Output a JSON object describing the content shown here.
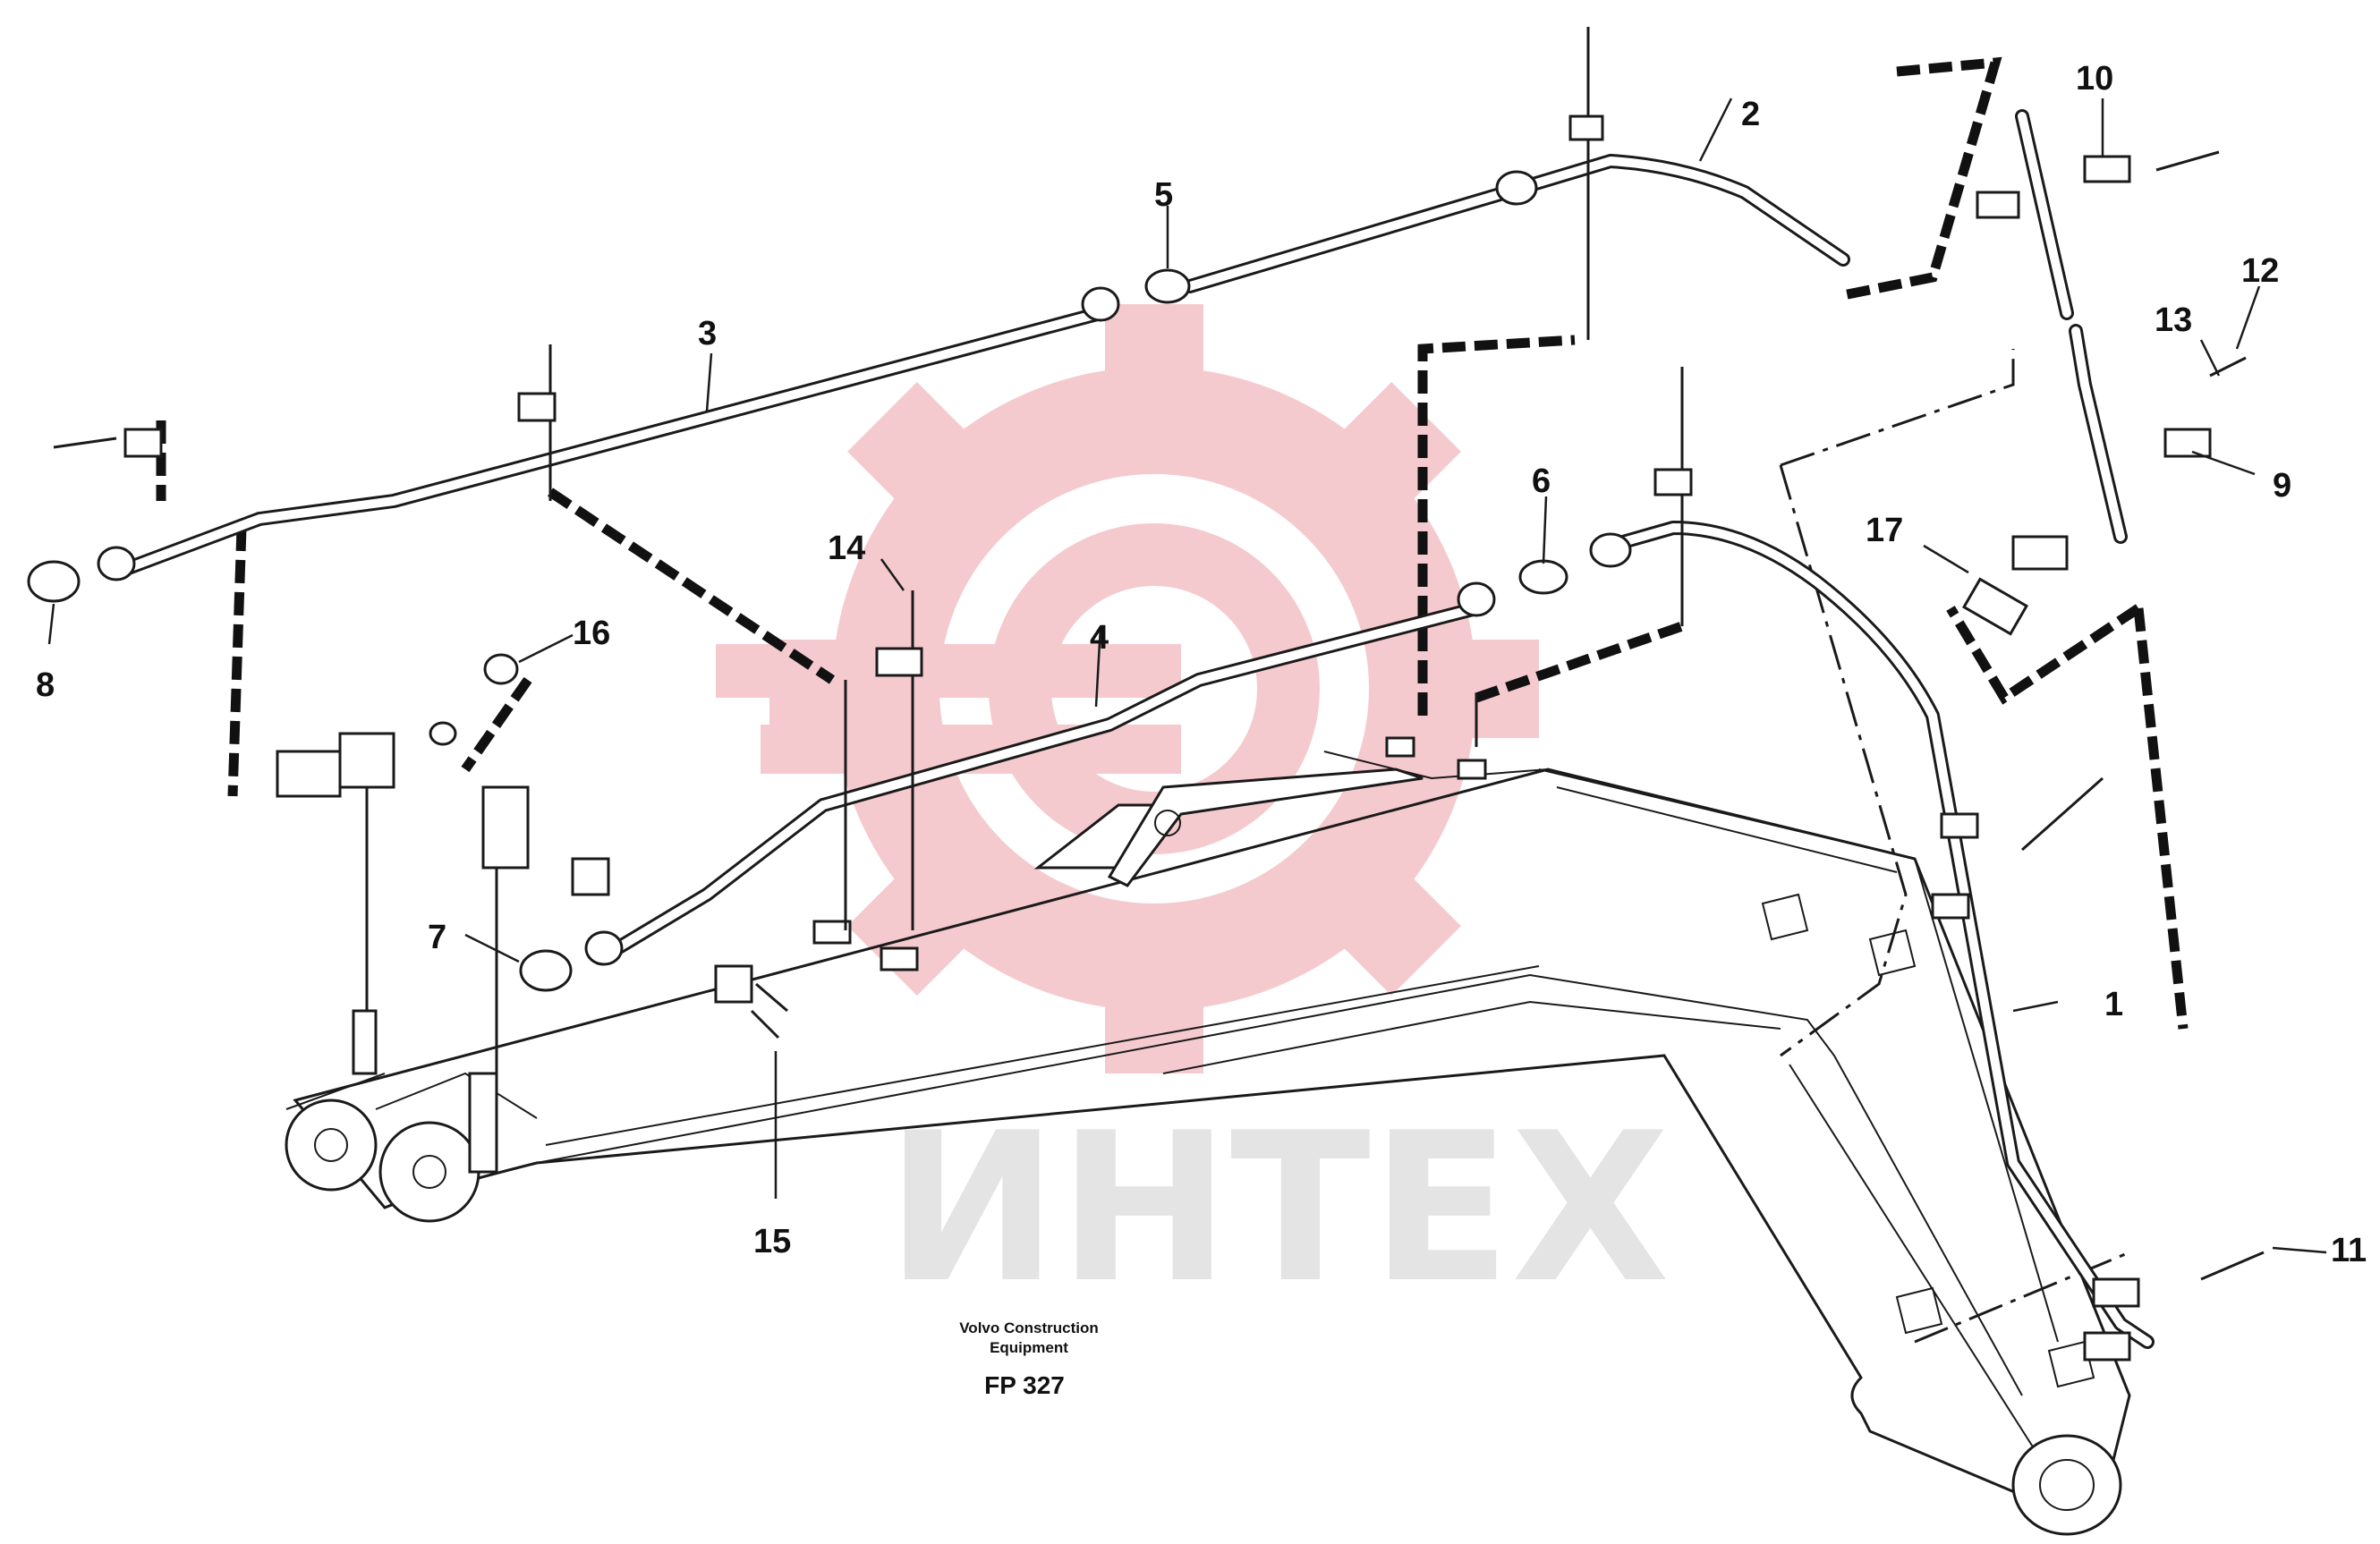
{
  "diagram": {
    "callouts": [
      {
        "label": "1"
      },
      {
        "label": "2"
      },
      {
        "label": "3"
      },
      {
        "label": "4"
      },
      {
        "label": "5"
      },
      {
        "label": "6"
      },
      {
        "label": "7"
      },
      {
        "label": "8"
      },
      {
        "label": "9"
      },
      {
        "label": "10"
      },
      {
        "label": "11"
      },
      {
        "label": "12"
      },
      {
        "label": "13"
      },
      {
        "label": "14"
      },
      {
        "label": "15"
      },
      {
        "label": "16"
      },
      {
        "label": "17"
      }
    ],
    "caption": {
      "maker_line1": "Volvo Construction",
      "maker_line2": "Equipment",
      "code": "FP 327"
    },
    "watermark": {
      "text": "ИНТЕХ",
      "gear_color": "#f5c8cc",
      "text_color": "#e4e4e4"
    }
  }
}
